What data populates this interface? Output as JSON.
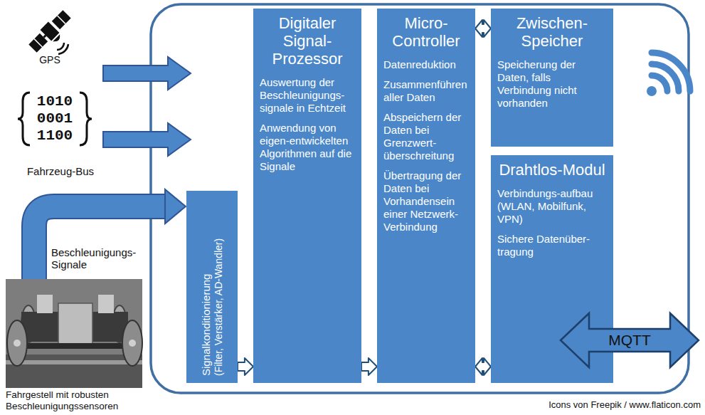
{
  "diagram": {
    "nodes": [
      {
        "text": [
          "Signalkonditionierung",
          "(Filter, Verstärker, AD-Wandler)"
        ]
      },
      {
        "text": [
          "Digitaler Signal-Prozessor",
          "Auswertung der Beschleunigungs-signale in Echtzeit",
          "Anwendung von eigen-entwickelten Algorithmen auf die Signale"
        ]
      },
      {
        "text": [
          "Micro-Controller",
          "Datenreduktion",
          "Zusammenführen aller Daten",
          "Abspeichern der Daten bei Grenzwert-überschreitung",
          "Übertragung der Daten bei Vorhandensein einer Netzwerk-Verbindung"
        ]
      },
      {
        "text": [
          "Zwischen-Speicher",
          "Speicherung der Daten, falls Verbindung nicht vorhanden"
        ]
      },
      {
        "text": [
          "Drahtlos-Modul",
          "Verbindungs-aufbau (WLAN, Mobilfunk, VPN)",
          "Sichere Datenüber-tragung"
        ]
      }
    ],
    "edges": [
      {
        "from": 0,
        "to": 1,
        "arrow": "to"
      },
      {
        "from": 1,
        "to": 2,
        "arrow": "to"
      },
      {
        "from": 2,
        "to": 3,
        "arrow": "both"
      },
      {
        "from": 2,
        "to": 4,
        "arrow": "both"
      }
    ],
    "labels": [
      "GPS",
      "1010 0001 1100",
      "Fahrzeug-Bus",
      "Beschleunigungs-Signale",
      "Fahrgestell mit robusten Beschleunigungssensoren",
      "MQTT",
      "Icons von Freepik / www.flaticon.com"
    ]
  }
}
